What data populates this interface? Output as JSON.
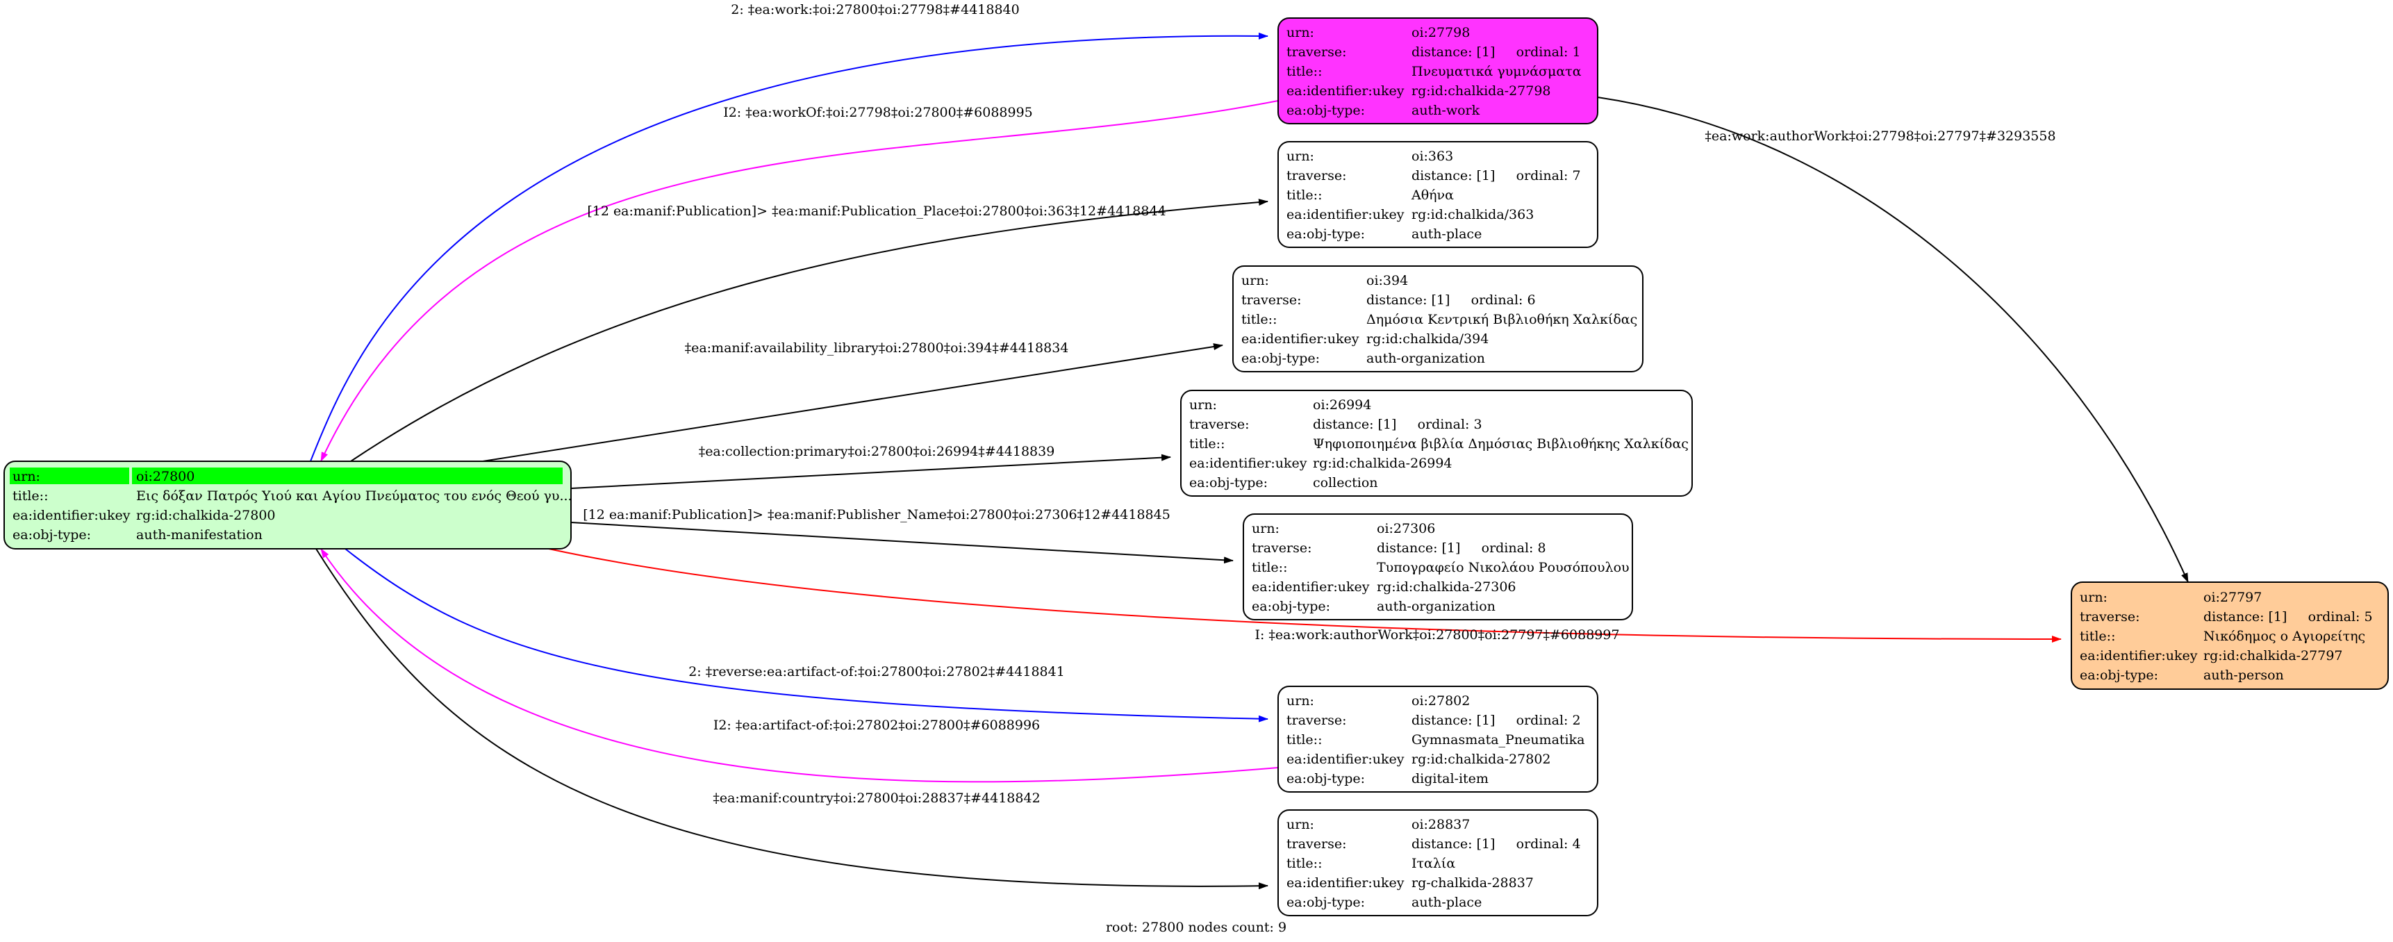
{
  "graph": {
    "footer": "root: 27800 nodes count: 9",
    "colors": {
      "root_fill": "#ccffcc",
      "root_urn_row": "#00ff00",
      "work_fill": "#ff33ff",
      "person_fill": "#ffcc99",
      "plain_fill": "#ffffff",
      "edge_blue": "#0000ff",
      "edge_magenta": "#ff00ff",
      "edge_red": "#ff0000",
      "edge_black": "#000000"
    },
    "nodes": [
      {
        "id": "n27800",
        "style": "root",
        "rows": [
          [
            "urn:",
            "oi:27800"
          ],
          [
            "title::",
            "Εις δόξαν Πατρός Υιού και Αγίου Πνεύματος του ενός Θεού γυ..."
          ],
          [
            "ea:identifier:ukey",
            "rg:id:chalkida-27800"
          ],
          [
            "ea:obj-type:",
            "auth-manifestation"
          ]
        ]
      },
      {
        "id": "n27798",
        "style": "work",
        "rows": [
          [
            "urn:",
            "oi:27798"
          ],
          [
            "traverse:",
            "distance: [1]     ordinal: 1"
          ],
          [
            "title::",
            "Πνευματικά γυμνάσματα"
          ],
          [
            "ea:identifier:ukey",
            "rg:id:chalkida-27798"
          ],
          [
            "ea:obj-type:",
            "auth-work"
          ]
        ]
      },
      {
        "id": "n363",
        "style": "plain",
        "rows": [
          [
            "urn:",
            "oi:363"
          ],
          [
            "traverse:",
            "distance: [1]     ordinal: 7"
          ],
          [
            "title::",
            "Αθήνα"
          ],
          [
            "ea:identifier:ukey",
            "rg:id:chalkida/363"
          ],
          [
            "ea:obj-type:",
            "auth-place"
          ]
        ]
      },
      {
        "id": "n394",
        "style": "plain",
        "rows": [
          [
            "urn:",
            "oi:394"
          ],
          [
            "traverse:",
            "distance: [1]     ordinal: 6"
          ],
          [
            "title::",
            "Δημόσια Κεντρική Βιβλιοθήκη Χαλκίδας"
          ],
          [
            "ea:identifier:ukey",
            "rg:id:chalkida/394"
          ],
          [
            "ea:obj-type:",
            "auth-organization"
          ]
        ]
      },
      {
        "id": "n26994",
        "style": "plain",
        "rows": [
          [
            "urn:",
            "oi:26994"
          ],
          [
            "traverse:",
            "distance: [1]     ordinal: 3"
          ],
          [
            "title::",
            "Ψηφιοποιημένα βιβλία Δημόσιας Βιβλιοθήκης Χαλκίδας"
          ],
          [
            "ea:identifier:ukey",
            "rg:id:chalkida-26994"
          ],
          [
            "ea:obj-type:",
            "collection"
          ]
        ]
      },
      {
        "id": "n27306",
        "style": "plain",
        "rows": [
          [
            "urn:",
            "oi:27306"
          ],
          [
            "traverse:",
            "distance: [1]     ordinal: 8"
          ],
          [
            "title::",
            "Τυπογραφείο Νικολάου Ρουσόπουλου"
          ],
          [
            "ea:identifier:ukey",
            "rg:id:chalkida-27306"
          ],
          [
            "ea:obj-type:",
            "auth-organization"
          ]
        ]
      },
      {
        "id": "n27797",
        "style": "person",
        "rows": [
          [
            "urn:",
            "oi:27797"
          ],
          [
            "traverse:",
            "distance: [1]     ordinal: 5"
          ],
          [
            "title::",
            "Νικόδημος ο Αγιορείτης"
          ],
          [
            "ea:identifier:ukey",
            "rg:id:chalkida-27797"
          ],
          [
            "ea:obj-type:",
            "auth-person"
          ]
        ]
      },
      {
        "id": "n27802",
        "style": "plain",
        "rows": [
          [
            "urn:",
            "oi:27802"
          ],
          [
            "traverse:",
            "distance: [1]     ordinal: 2"
          ],
          [
            "title::",
            "Gymnasmata_Pneumatika"
          ],
          [
            "ea:identifier:ukey",
            "rg:id:chalkida-27802"
          ],
          [
            "ea:obj-type:",
            "digital-item"
          ]
        ]
      },
      {
        "id": "n28837",
        "style": "plain",
        "rows": [
          [
            "urn:",
            "oi:28837"
          ],
          [
            "traverse:",
            "distance: [1]     ordinal: 4"
          ],
          [
            "title::",
            "Ιταλία"
          ],
          [
            "ea:identifier:ukey",
            "rg-chalkida-28837"
          ],
          [
            "ea:obj-type:",
            "auth-place"
          ]
        ]
      }
    ],
    "edges": [
      {
        "from": "n27800",
        "to": "n27798",
        "color": "edge_blue",
        "label": "2: ‡ea:work:‡oi:27800‡oi:27798‡#4418840"
      },
      {
        "from": "n27798",
        "to": "n27800",
        "color": "edge_magenta",
        "label": "I2: ‡ea:workOf:‡oi:27798‡oi:27800‡#6088995"
      },
      {
        "from": "n27800",
        "to": "n363",
        "color": "edge_black",
        "label": "[12 ea:manif:Publication]> ‡ea:manif:Publication_Place‡oi:27800‡oi:363‡12#4418844"
      },
      {
        "from": "n27800",
        "to": "n394",
        "color": "edge_black",
        "label": "‡ea:manif:availability_library‡oi:27800‡oi:394‡#4418834"
      },
      {
        "from": "n27800",
        "to": "n26994",
        "color": "edge_black",
        "label": "‡ea:collection:primary‡oi:27800‡oi:26994‡#4418839"
      },
      {
        "from": "n27800",
        "to": "n27306",
        "color": "edge_black",
        "label": "[12 ea:manif:Publication]> ‡ea:manif:Publisher_Name‡oi:27800‡oi:27306‡12#4418845"
      },
      {
        "from": "n27800",
        "to": "n27797",
        "color": "edge_red",
        "label": "I: ‡ea:work:authorWork‡oi:27800‡oi:27797‡#6088997"
      },
      {
        "from": "n27798",
        "to": "n27797",
        "color": "edge_black",
        "label": "‡ea:work:authorWork‡oi:27798‡oi:27797‡#3293558"
      },
      {
        "from": "n27800",
        "to": "n27802",
        "color": "edge_blue",
        "label": "2: ‡reverse:ea:artifact-of:‡oi:27800‡oi:27802‡#4418841"
      },
      {
        "from": "n27802",
        "to": "n27800",
        "color": "edge_magenta",
        "label": "I2: ‡ea:artifact-of:‡oi:27802‡oi:27800‡#6088996"
      },
      {
        "from": "n27800",
        "to": "n28837",
        "color": "edge_black",
        "label": "‡ea:manif:country‡oi:27800‡oi:28837‡#4418842"
      }
    ]
  }
}
